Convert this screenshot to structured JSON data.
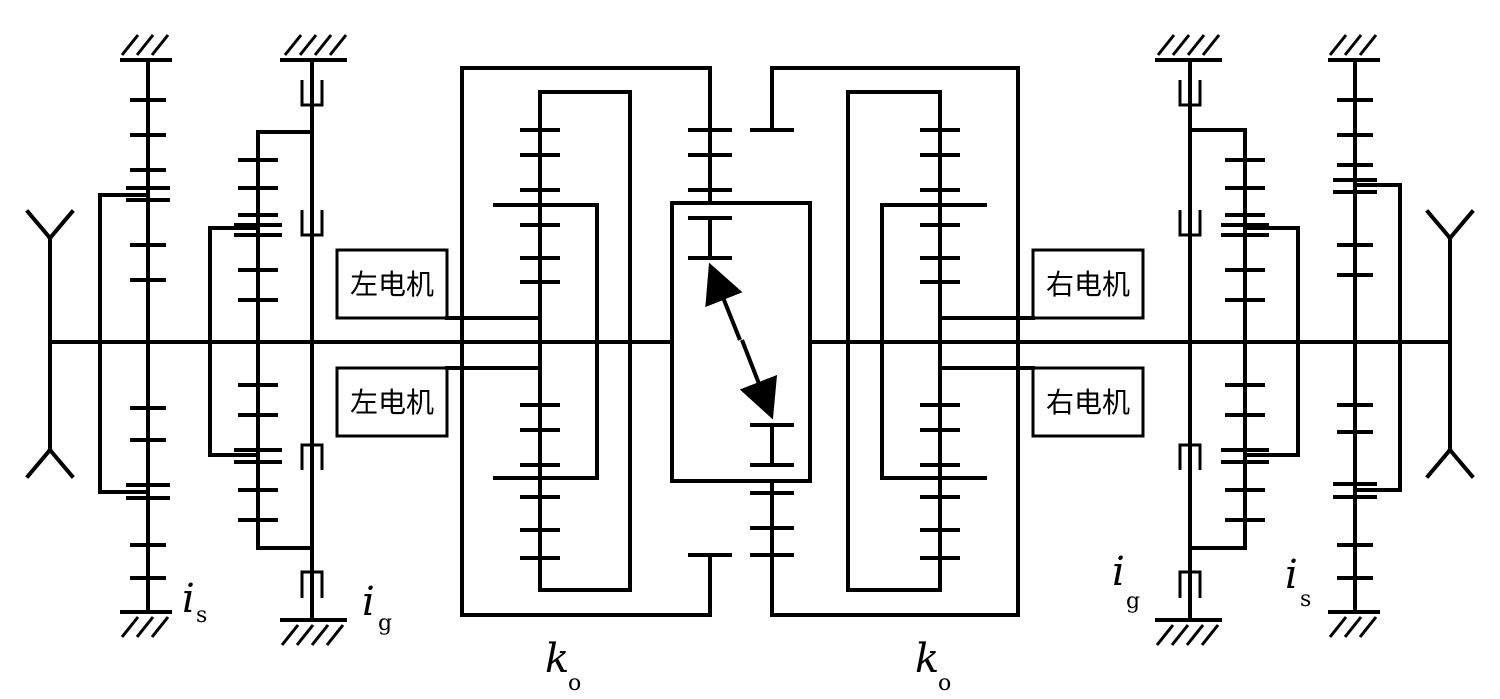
{
  "diagram": {
    "labels": {
      "left_motor_top": "左电机",
      "left_motor_bottom": "左电机",
      "right_motor_top": "右电机",
      "right_motor_bottom": "右电机"
    },
    "symbols": {
      "is_left": {
        "main": "i",
        "sub": "s"
      },
      "ig_left": {
        "main": "i",
        "sub": "g"
      },
      "ko_left": {
        "main": "k",
        "sub": "o"
      },
      "ko_right": {
        "main": "k",
        "sub": "o"
      },
      "ig_right": {
        "main": "i",
        "sub": "g"
      },
      "is_right": {
        "main": "i",
        "sub": "s"
      }
    }
  }
}
